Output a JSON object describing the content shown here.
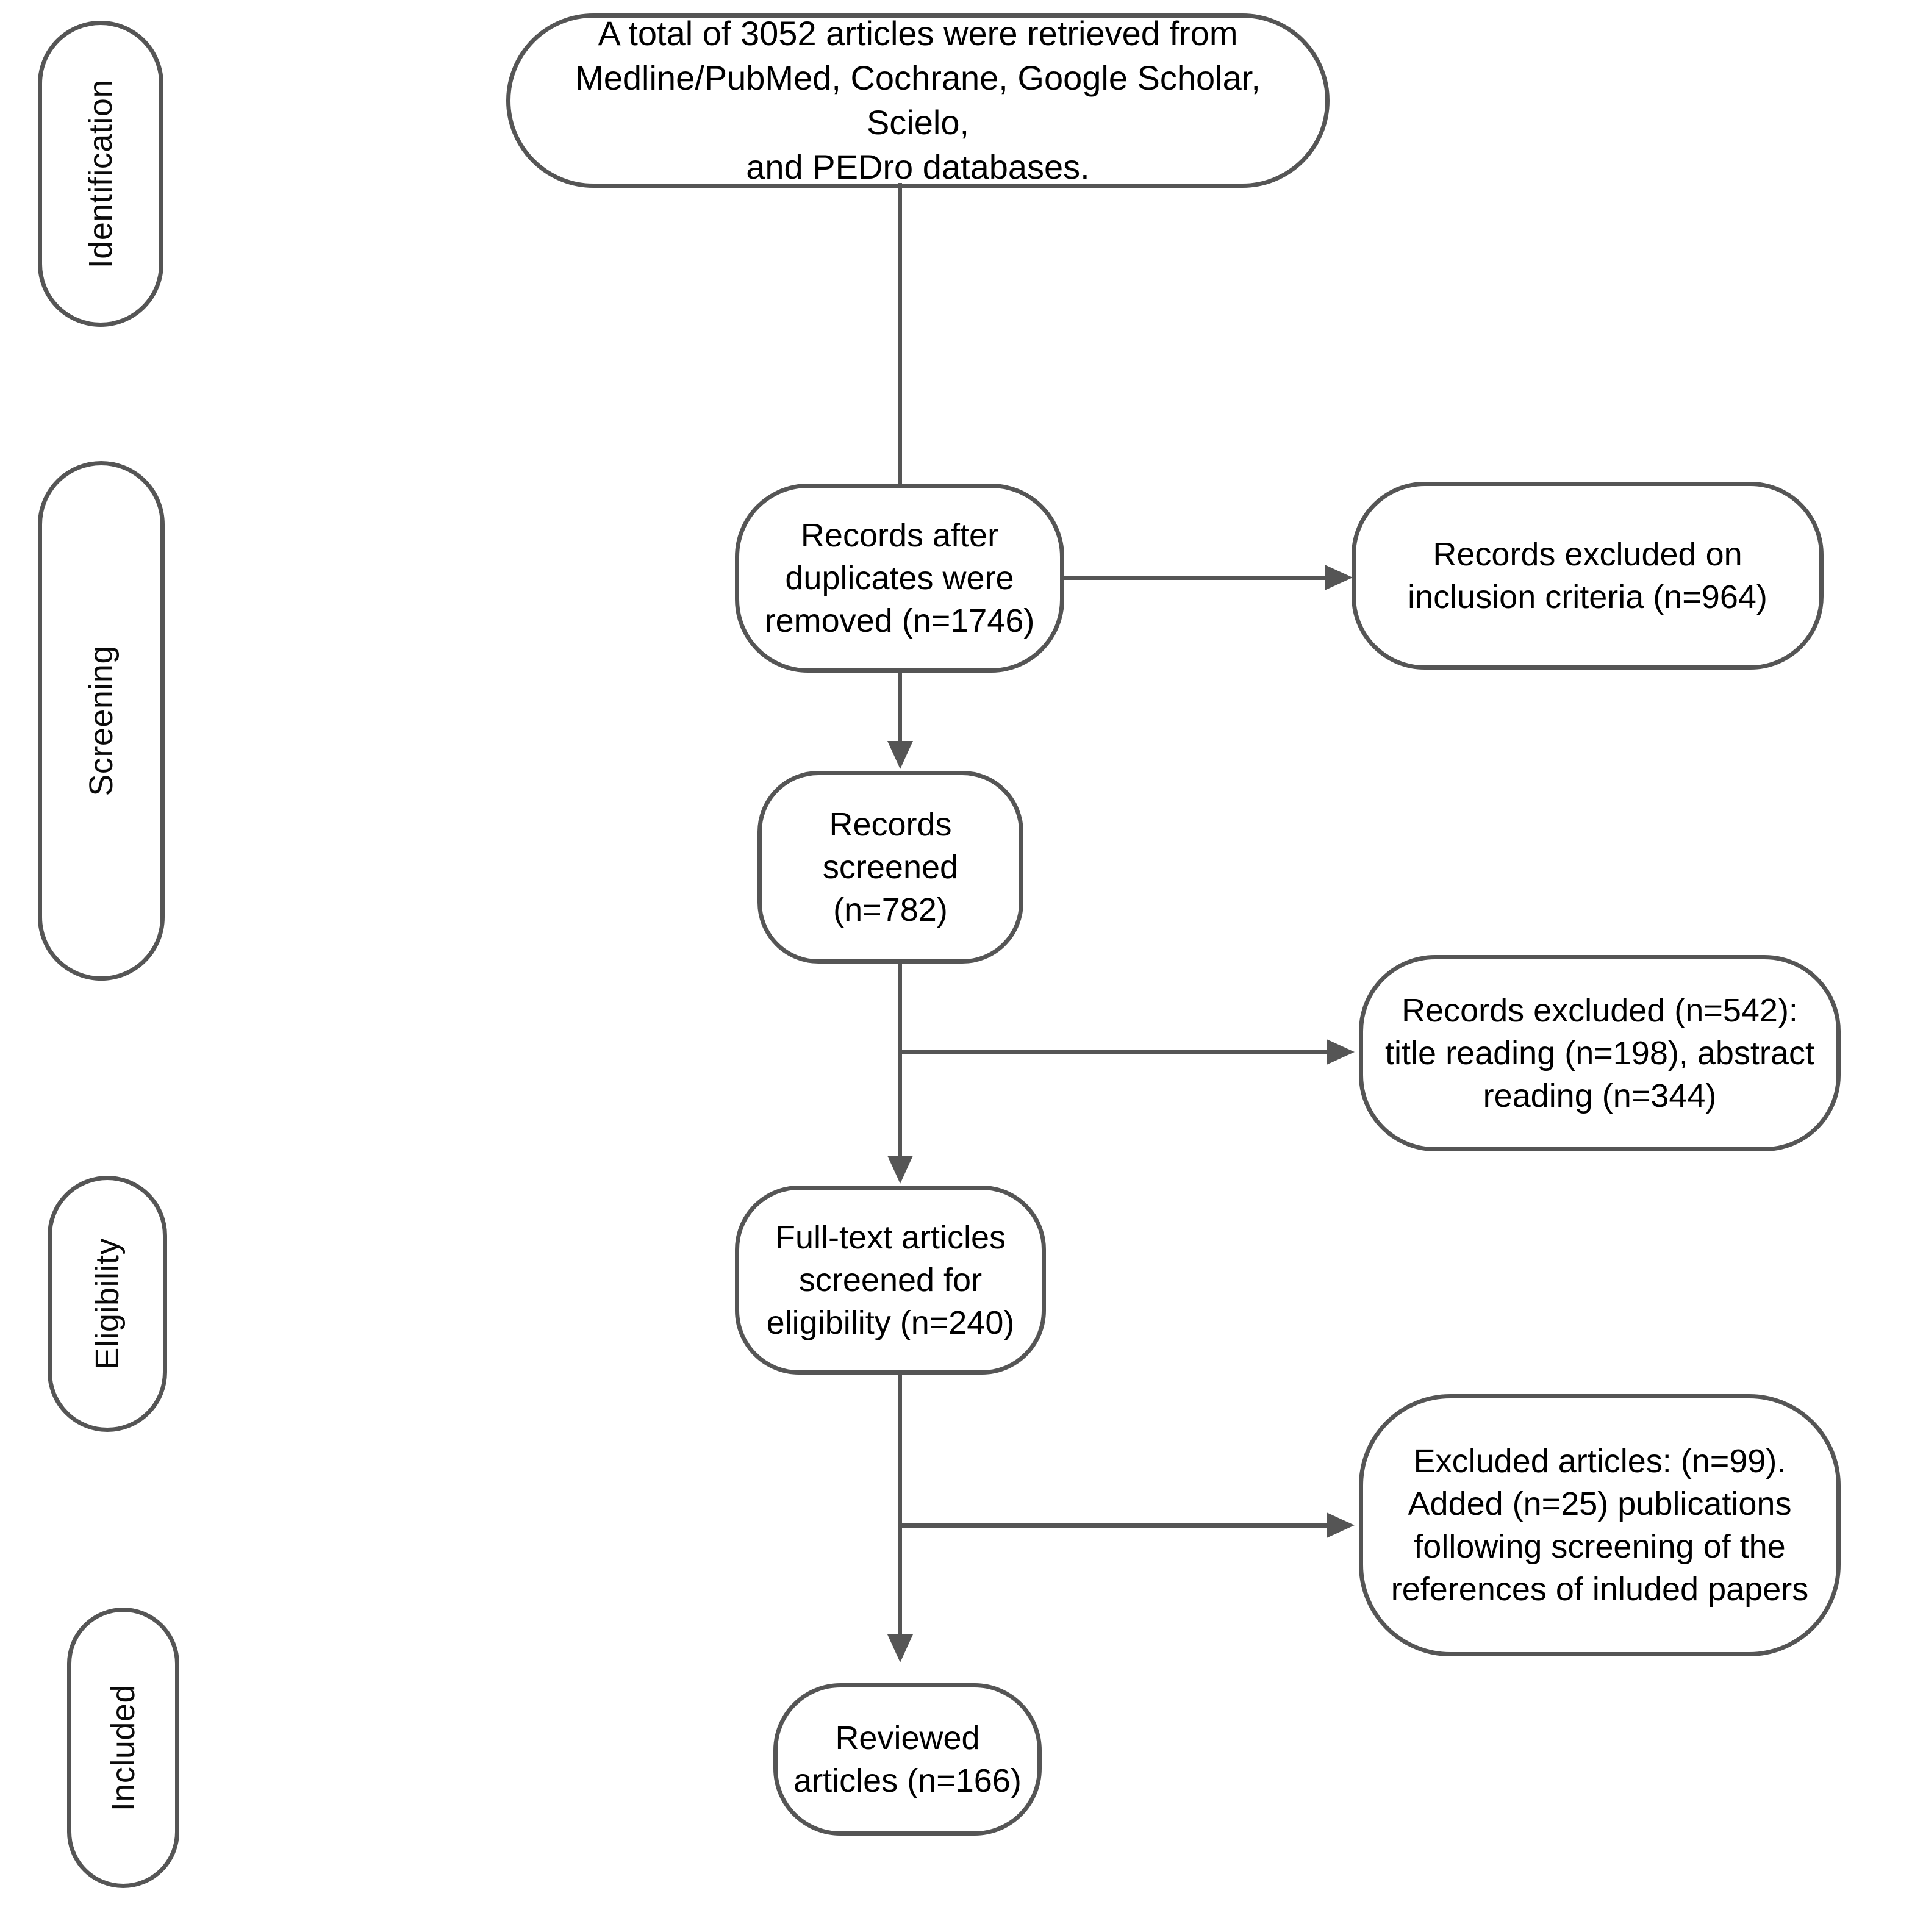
{
  "diagram": {
    "type": "prisma-flow-diagram",
    "title": "",
    "border_color": "#555555",
    "text_color": "#000000",
    "background_color": "#ffffff"
  },
  "stage_labels": [
    {
      "id": "identification",
      "label": "Identification"
    },
    {
      "id": "screening",
      "label": "Screening"
    },
    {
      "id": "eligibility",
      "label": "Eligibility"
    },
    {
      "id": "included",
      "label": "Included"
    }
  ],
  "nodes": {
    "records_retrieved": {
      "label": "A total of 3052 articles were retrieved from\nMedline/PubMed, Cochrane, Google Scholar, Scielo,\nand PEDro databases.",
      "count": 3052,
      "stage": "identification"
    },
    "after_duplicates": {
      "label": "Records after\nduplicates were\nremoved (n=1746)",
      "count": 1746,
      "stage": "screening"
    },
    "excluded_inclusion_criteria": {
      "label": "Records excluded on\ninclusion criteria (n=964)",
      "count": 964,
      "stage": "screening"
    },
    "records_screened": {
      "label": "Records\nscreened\n(n=782)",
      "count": 782,
      "stage": "screening"
    },
    "records_excluded_542": {
      "label": "Records excluded (n=542):\ntitle reading (n=198), abstract\nreading (n=344)",
      "count": 542,
      "title_reading": 198,
      "abstract_reading": 344,
      "stage": "screening"
    },
    "fulltext_screened": {
      "label": "Full-text articles\nscreened for\neligibility (n=240)",
      "count": 240,
      "stage": "eligibility"
    },
    "excluded_articles_99": {
      "label": "Excluded articles: (n=99).\nAdded (n=25) publications\nfollowing screening of the\nreferences of inluded  papers",
      "excluded": 99,
      "added": 25,
      "stage": "eligibility"
    },
    "reviewed_articles": {
      "label": "Reviewed\narticles (n=166)",
      "count": 166,
      "stage": "included"
    }
  },
  "edges": [
    {
      "from": "records_retrieved",
      "to": "after_duplicates",
      "direction": "down",
      "arrowhead": false
    },
    {
      "from": "after_duplicates",
      "to": "excluded_inclusion_criteria",
      "direction": "right",
      "arrowhead": true
    },
    {
      "from": "after_duplicates",
      "to": "records_screened",
      "direction": "down",
      "arrowhead": true
    },
    {
      "from": "records_screened",
      "to": "records_excluded_542",
      "direction": "right",
      "arrowhead": true
    },
    {
      "from": "records_screened",
      "to": "fulltext_screened",
      "direction": "down",
      "arrowhead": true
    },
    {
      "from": "fulltext_screened",
      "to": "excluded_articles_99",
      "direction": "right",
      "arrowhead": true
    },
    {
      "from": "fulltext_screened",
      "to": "reviewed_articles",
      "direction": "down",
      "arrowhead": true
    }
  ]
}
